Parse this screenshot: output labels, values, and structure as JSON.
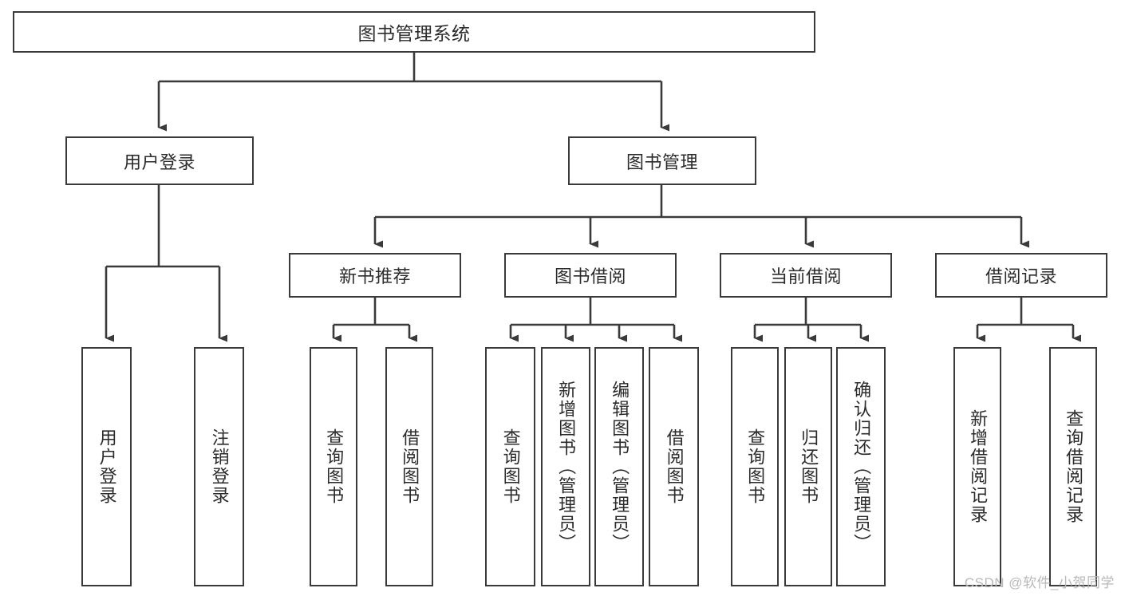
{
  "diagram": {
    "title": "图书管理系统",
    "type": "tree-hierarchy",
    "root": {
      "id": "root",
      "label": "图书管理系统"
    },
    "level2": [
      {
        "id": "user-login",
        "label": "用户登录"
      },
      {
        "id": "book-manage",
        "label": "图书管理"
      }
    ],
    "level3": [
      {
        "id": "new-book-recommend",
        "label": "新书推荐",
        "parent": "book-manage"
      },
      {
        "id": "book-borrow",
        "label": "图书借阅",
        "parent": "book-manage"
      },
      {
        "id": "current-borrow",
        "label": "当前借阅",
        "parent": "book-manage"
      },
      {
        "id": "borrow-record",
        "label": "借阅记录",
        "parent": "book-manage"
      }
    ],
    "leaves": {
      "user_login": [
        {
          "id": "leaf-user-login",
          "label": "用户登录"
        },
        {
          "id": "leaf-user-logout",
          "label": "注销登录"
        }
      ],
      "new_book_recommend": [
        {
          "id": "leaf-query-book-1",
          "label": "查询图书"
        },
        {
          "id": "leaf-borrow-book-1",
          "label": "借阅图书"
        }
      ],
      "book_borrow": [
        {
          "id": "leaf-query-book-2",
          "label": "查询图书"
        },
        {
          "id": "leaf-add-book",
          "label": "新增图书（管理员）"
        },
        {
          "id": "leaf-edit-book",
          "label": "编辑图书（管理员）"
        },
        {
          "id": "leaf-borrow-book-2",
          "label": "借阅图书"
        }
      ],
      "current_borrow": [
        {
          "id": "leaf-query-book-3",
          "label": "查询图书"
        },
        {
          "id": "leaf-return-book",
          "label": "归还图书"
        },
        {
          "id": "leaf-confirm-return",
          "label": "确认归还（管理员）"
        }
      ],
      "borrow_record": [
        {
          "id": "leaf-add-record",
          "label": "新增借阅记录"
        },
        {
          "id": "leaf-query-record",
          "label": "查询借阅记录"
        }
      ]
    },
    "colors": {
      "box_border": "#3a3a3a",
      "box_fill": "#ffffff",
      "edge": "#3a3a3a",
      "text": "#2b2b2b",
      "watermark": "#b9b9b9"
    }
  },
  "watermark": {
    "text": "CSDN @软件_小贺同学"
  }
}
